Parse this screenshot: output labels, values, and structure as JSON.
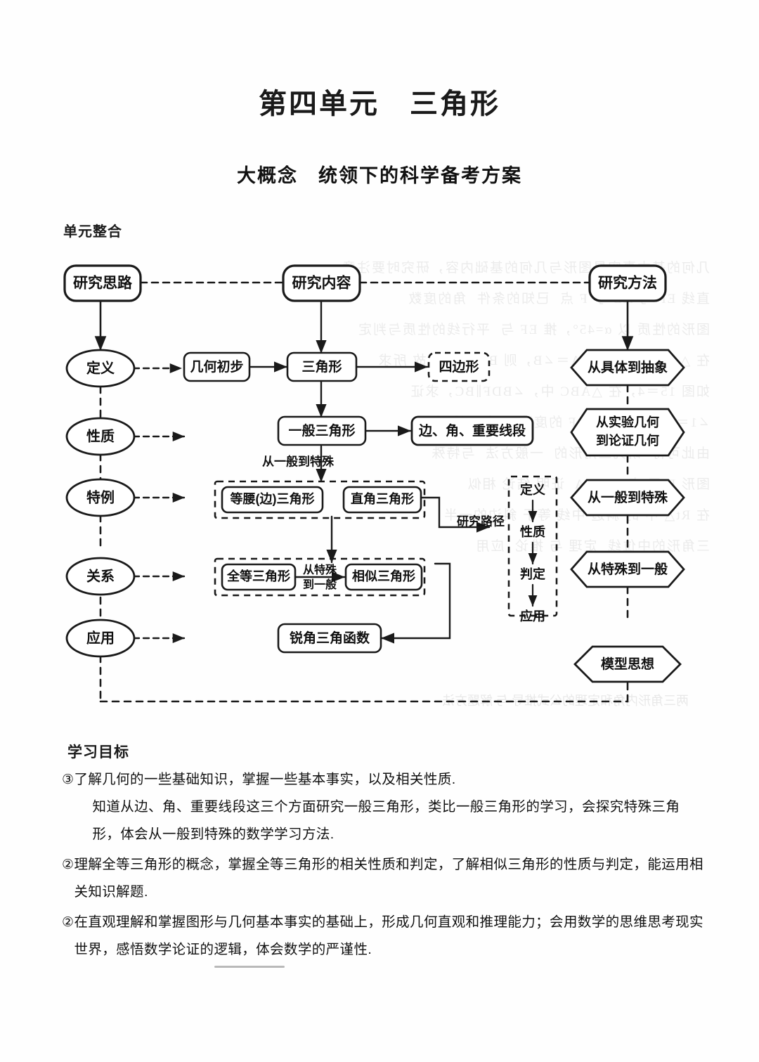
{
  "header": {
    "title": "第四单元　三角形",
    "subtitle": "大概念　统领下的科学备考方案"
  },
  "sections": {
    "unit_integration_label": "单元整合",
    "learning_goals_label": "学习目标"
  },
  "diagram": {
    "top_nodes": {
      "left": "研究思路",
      "center": "研究内容",
      "right": "研究方法"
    },
    "left_column": [
      "定义",
      "性质",
      "特例",
      "关系",
      "应用"
    ],
    "center_nodes": {
      "geometry_basics": "几何初步",
      "triangle": "三角形",
      "quadrilateral": "四边形",
      "general_triangle": "一般三角形",
      "side_angle_segment": "边、角、重要线段",
      "isosceles_triangle": "等腰(边)三角形",
      "right_triangle": "直角三角形",
      "congruent_triangle": "全等三角形",
      "similar_triangle": "相似三角形",
      "acute_trig_function": "锐角三角函数"
    },
    "edge_labels": {
      "general_to_special": "从一般到特殊",
      "special_to_general_line1": "从特殊",
      "special_to_general_line2": "到一般",
      "research_path": "研究路径"
    },
    "research_path_column": [
      "定义",
      "性质",
      "判定",
      "应用"
    ],
    "method_column": [
      "从具体到抽象",
      "从实验几何",
      "到论证几何",
      "从一般到特殊",
      "从特殊到一般",
      "模型思想"
    ],
    "method_hexagons": [
      {
        "line1": "从具体到抽象",
        "line2": ""
      },
      {
        "line1": "从实验几何",
        "line2": "到论证几何"
      },
      {
        "line1": "从一般到特殊",
        "line2": ""
      },
      {
        "line1": "从特殊到一般",
        "line2": ""
      },
      {
        "line1": "模型思想",
        "line2": ""
      }
    ]
  },
  "learning_goals": [
    {
      "marker": "③",
      "line1": "了解几何的一些基础知识，掌握一些基本事实，以及相关性质.",
      "line2": "知道从边、角、重要线段这三个方面研究一般三角形，类比一般三角形的学习，会探究特殊三角形，体会从一般到特殊的数学学习方法."
    },
    {
      "marker": "②",
      "line1": "理解全等三角形的概念，掌握全等三角形的相关性质和判定，了解相似三角形的性质与判定，能运用相关知识解题.",
      "line2": ""
    },
    {
      "marker": "②",
      "line1": "在直观理解和掌握图形与几何基本事实的基础上，形成几何直观和推理能力；会用数学的思维思考现实世界，感悟数学论证的逻辑，体会数学的严谨性.",
      "line2": ""
    }
  ],
  "colors": {
    "ink": "#1a1a1a",
    "paper": "#fefefe",
    "divider": "#b9b9b9"
  }
}
